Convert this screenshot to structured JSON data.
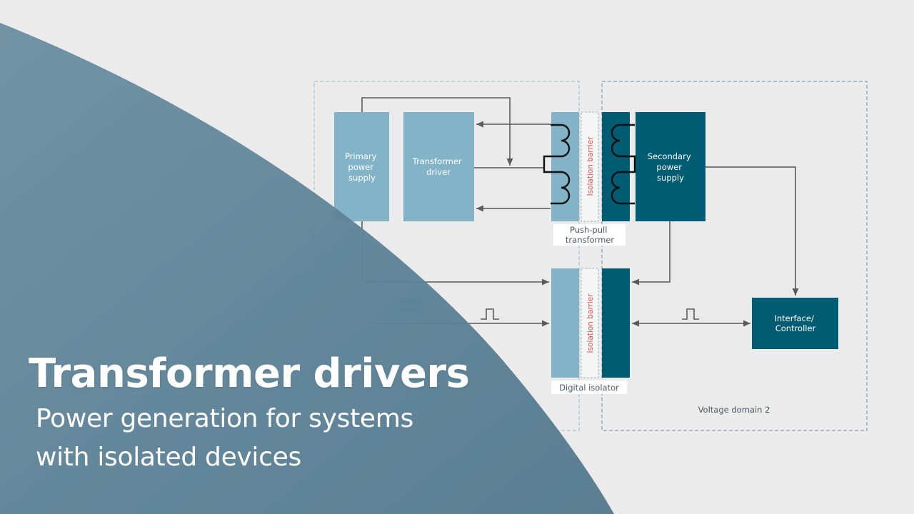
{
  "colors": {
    "background": "#ebebeb",
    "light_block": "#82b3c7",
    "dark_block": "#005c73",
    "overlay": "#5e8397",
    "barrier_text": "#d9534f",
    "wire": "#5b5b5b"
  },
  "blocks": {
    "primary_power_supply": [
      "Primary",
      "power",
      "supply"
    ],
    "transformer_driver": [
      "Transformer",
      "driver"
    ],
    "secondary_power_supply": [
      "Secondary",
      "power",
      "supply"
    ],
    "interface_controller": [
      "Interface/",
      "Controller"
    ]
  },
  "labels": {
    "push_pull_transformer": [
      "Push-pull",
      "transformer"
    ],
    "digital_isolator": "Digital isolator",
    "isolation_barrier_top": "Isolation barrier",
    "isolation_barrier_bottom": "Isolation barrier",
    "voltage_domain_2": "Voltage domain 2"
  },
  "title": {
    "heading": "Transformer drivers",
    "subtitle_line1": "Power generation for systems",
    "subtitle_line2": "with isolated devices"
  }
}
